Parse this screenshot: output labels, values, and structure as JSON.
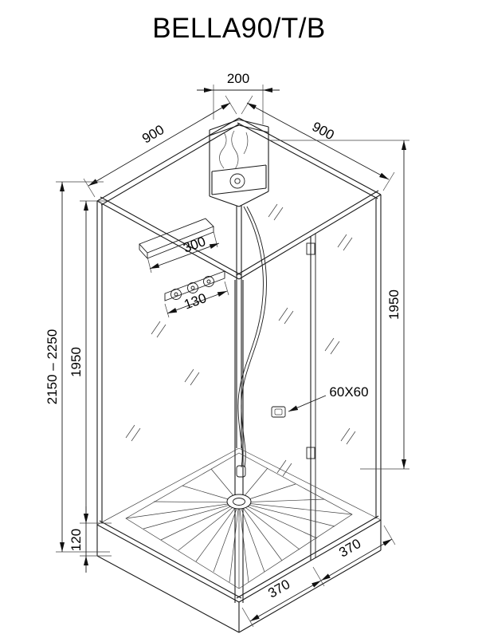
{
  "title": "BELLA90/T/B",
  "dims": {
    "top_connector_width": "200",
    "left_side_width": "900",
    "right_side_width": "900",
    "shelf_width": "300",
    "mixer_width": "130",
    "glass_height_left": "1950",
    "glass_height_right": "1950",
    "total_height_range": "2150 – 2250",
    "tray_height": "120",
    "tray_front_segment": "370",
    "tray_right_segment": "370",
    "handle_size": "60X60"
  }
}
